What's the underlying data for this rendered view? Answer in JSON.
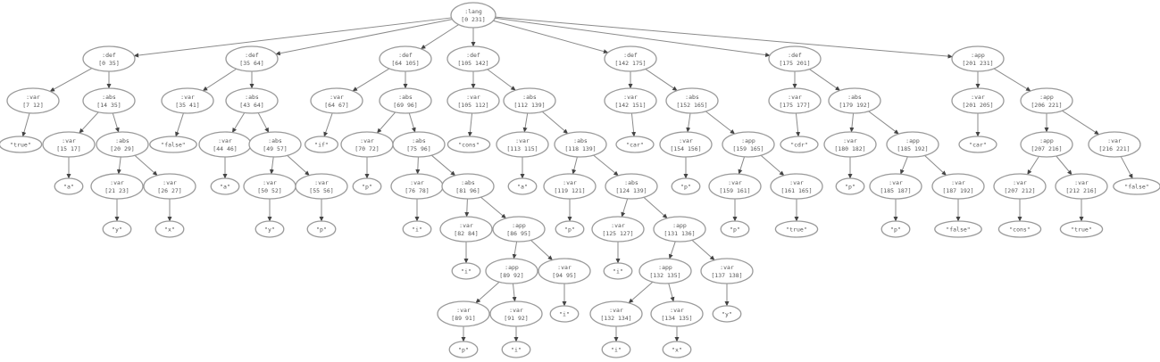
{
  "nodes": [
    {
      "kind": ":lang",
      "range": "[0 231]",
      "parent": null
    },
    {
      "kind": ":def",
      "range": "[0 35]",
      "parent": 0
    },
    {
      "kind": ":def",
      "range": "[35 64]",
      "parent": 0
    },
    {
      "kind": ":def",
      "range": "[64 105]",
      "parent": 0
    },
    {
      "kind": ":def",
      "range": "[105 142]",
      "parent": 0
    },
    {
      "kind": ":def",
      "range": "[142 175]",
      "parent": 0
    },
    {
      "kind": ":def",
      "range": "[175 201]",
      "parent": 0
    },
    {
      "kind": ":app",
      "range": "[201 231]",
      "parent": 0
    },
    {
      "kind": ":var",
      "range": "[7 12]",
      "parent": 1
    },
    {
      "kind": ":abs",
      "range": "[14 35]",
      "parent": 1
    },
    {
      "kind": ":var",
      "range": "[35 41]",
      "parent": 2
    },
    {
      "kind": ":abs",
      "range": "[43 64]",
      "parent": 2
    },
    {
      "kind": ":var",
      "range": "[64 67]",
      "parent": 3
    },
    {
      "kind": ":abs",
      "range": "[69 96]",
      "parent": 3
    },
    {
      "kind": ":var",
      "range": "[105 112]",
      "parent": 4
    },
    {
      "kind": ":abs",
      "range": "[112 139]",
      "parent": 4
    },
    {
      "kind": ":var",
      "range": "[142 151]",
      "parent": 5
    },
    {
      "kind": ":abs",
      "range": "[152 165]",
      "parent": 5
    },
    {
      "kind": ":var",
      "range": "[175 177]",
      "parent": 6
    },
    {
      "kind": ":abs",
      "range": "[179 192]",
      "parent": 6
    },
    {
      "kind": ":var",
      "range": "[201 205]",
      "parent": 7
    },
    {
      "kind": ":app",
      "range": "[206 221]",
      "parent": 7
    },
    {
      "text": "\"true\"",
      "parent": 8
    },
    {
      "kind": ":var",
      "range": "[15 17]",
      "parent": 9
    },
    {
      "kind": ":abs",
      "range": "[20 29]",
      "parent": 9
    },
    {
      "text": "\"false\"",
      "parent": 10
    },
    {
      "kind": ":var",
      "range": "[44 46]",
      "parent": 11
    },
    {
      "kind": ":abs",
      "range": "[49 57]",
      "parent": 11
    },
    {
      "text": "\"if\"",
      "parent": 12
    },
    {
      "kind": ":var",
      "range": "[70 72]",
      "parent": 13
    },
    {
      "kind": ":abs",
      "range": "[75 96]",
      "parent": 13
    },
    {
      "text": "\"cons\"",
      "parent": 14
    },
    {
      "kind": ":var",
      "range": "[113 115]",
      "parent": 15
    },
    {
      "kind": ":abs",
      "range": "[118 139]",
      "parent": 15
    },
    {
      "text": "\"car\"",
      "parent": 16
    },
    {
      "kind": ":var",
      "range": "[154 156]",
      "parent": 17
    },
    {
      "kind": ":app",
      "range": "[159 165]",
      "parent": 17
    },
    {
      "text": "\"cdr\"",
      "parent": 18
    },
    {
      "kind": ":var",
      "range": "[180 182]",
      "parent": 19
    },
    {
      "kind": ":app",
      "range": "[185 192]",
      "parent": 19
    },
    {
      "text": "\"car\"",
      "parent": 20
    },
    {
      "kind": ":app",
      "range": "[207 216]",
      "parent": 21
    },
    {
      "kind": ":var",
      "range": "[216 221]",
      "parent": 21
    },
    {
      "text": "\"a\"",
      "parent": 23
    },
    {
      "kind": ":var",
      "range": "[21 23]",
      "parent": 24
    },
    {
      "kind": ":var",
      "range": "[26 27]",
      "parent": 24
    },
    {
      "text": "\"a\"",
      "parent": 26
    },
    {
      "kind": ":var",
      "range": "[50 52]",
      "parent": 27
    },
    {
      "kind": ":var",
      "range": "[55 56]",
      "parent": 27
    },
    {
      "text": "\"p\"",
      "parent": 29
    },
    {
      "kind": ":var",
      "range": "[76 78]",
      "parent": 30
    },
    {
      "kind": ":abs",
      "range": "[81 96]",
      "parent": 30
    },
    {
      "text": "\"a\"",
      "parent": 32
    },
    {
      "kind": ":var",
      "range": "[119 121]",
      "parent": 33
    },
    {
      "kind": ":abs",
      "range": "[124 139]",
      "parent": 33
    },
    {
      "text": "\"p\"",
      "parent": 35
    },
    {
      "kind": ":var",
      "range": "[159 161]",
      "parent": 36
    },
    {
      "kind": ":var",
      "range": "[161 165]",
      "parent": 36
    },
    {
      "text": "\"p\"",
      "parent": 38
    },
    {
      "kind": ":var",
      "range": "[185 187]",
      "parent": 39
    },
    {
      "kind": ":var",
      "range": "[187 192]",
      "parent": 39
    },
    {
      "kind": ":var",
      "range": "[207 212]",
      "parent": 41
    },
    {
      "kind": ":var",
      "range": "[212 216]",
      "parent": 41
    },
    {
      "text": "\"false\"",
      "parent": 42
    },
    {
      "text": "\"y\"",
      "parent": 44
    },
    {
      "text": "\"x\"",
      "parent": 45
    },
    {
      "text": "\"y\"",
      "parent": 47
    },
    {
      "text": "\"p\"",
      "parent": 48
    },
    {
      "text": "\"i\"",
      "parent": 50
    },
    {
      "kind": ":var",
      "range": "[82 84]",
      "parent": 51
    },
    {
      "kind": ":app",
      "range": "[86 95]",
      "parent": 51
    },
    {
      "text": "\"p\"",
      "parent": 53
    },
    {
      "kind": ":var",
      "range": "[125 127]",
      "parent": 54
    },
    {
      "kind": ":app",
      "range": "[131 136]",
      "parent": 54
    },
    {
      "text": "\"p\"",
      "parent": 56
    },
    {
      "text": "\"true\"",
      "parent": 57
    },
    {
      "text": "\"p\"",
      "parent": 59
    },
    {
      "text": "\"false\"",
      "parent": 60
    },
    {
      "text": "\"cons\"",
      "parent": 61
    },
    {
      "text": "\"true\"",
      "parent": 62
    },
    {
      "text": "\"i\"",
      "parent": 69
    },
    {
      "kind": ":app",
      "range": "[89 92]",
      "parent": 70
    },
    {
      "kind": ":var",
      "range": "[94 95]",
      "parent": 70
    },
    {
      "text": "\"i\"",
      "parent": 72
    },
    {
      "kind": ":app",
      "range": "[132 135]",
      "parent": 73
    },
    {
      "kind": ":var",
      "range": "[137 138]",
      "parent": 73
    },
    {
      "kind": ":var",
      "range": "[89 91]",
      "parent": 81
    },
    {
      "kind": ":var",
      "range": "[91 92]",
      "parent": 81
    },
    {
      "text": "\"i\"",
      "parent": 82
    },
    {
      "kind": ":var",
      "range": "[132 134]",
      "parent": 84
    },
    {
      "kind": ":var",
      "range": "[134 135]",
      "parent": 84
    },
    {
      "text": "\"y\"",
      "parent": 85
    },
    {
      "text": "\"p\"",
      "parent": 86
    },
    {
      "text": "\"i\"",
      "parent": 87
    },
    {
      "text": "\"i\"",
      "parent": 89
    },
    {
      "text": "\"x\"",
      "parent": 90
    }
  ]
}
